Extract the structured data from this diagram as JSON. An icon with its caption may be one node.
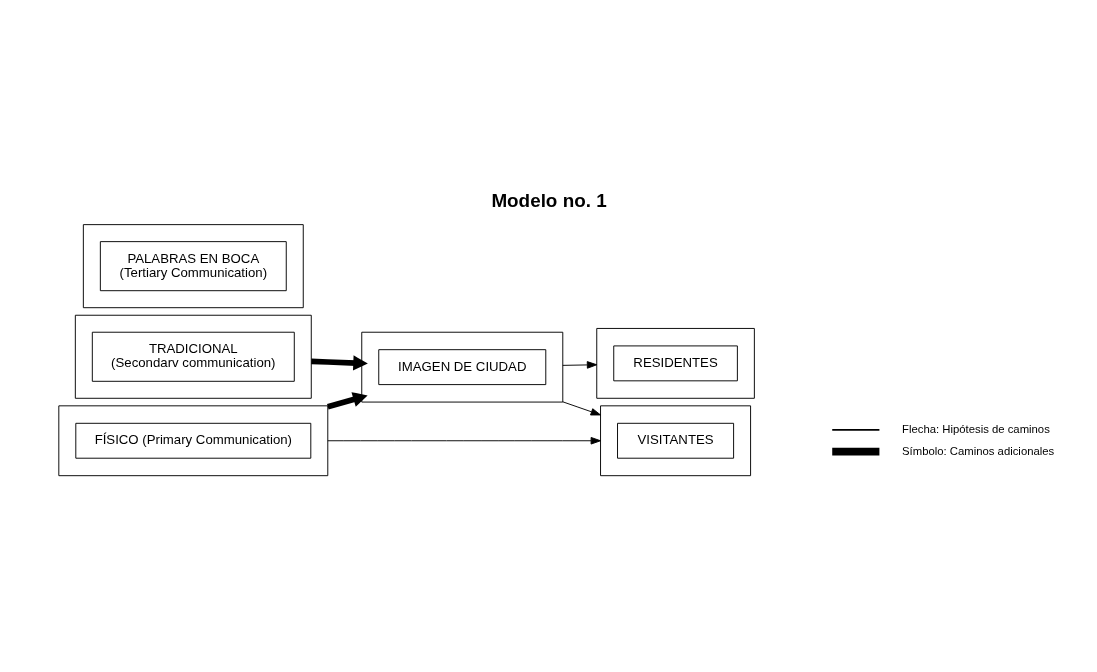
{
  "diagram": {
    "title": "Modelo no. 1",
    "nodes": [
      {
        "text": [],
        "shape": "box"
      },
      {
        "text": [
          "TRADICIONAL",
          "(Secondarv communication)"
        ],
        "in": 0
      },
      {
        "text": [],
        "shape": "box"
      },
      {
        "text": [
          "PALABRAS EN BOCA",
          "(Tertiary Communication)"
        ],
        "in": 2
      },
      {
        "text": [],
        "shape": "box"
      },
      {
        "text": [
          "FÍSICO (Primary Communication)"
        ],
        "in": 4
      },
      {
        "text": [],
        "shape": "box"
      },
      {
        "text": [
          "IMAGEN DE CIUDAD"
        ],
        "in": 6
      },
      {
        "text": [],
        "shape": "box"
      },
      {
        "text": [
          "RESIDENTES"
        ],
        "in": 8
      },
      {
        "text": [],
        "shape": "box"
      },
      {
        "text": [
          "VISITANTES"
        ],
        "in": 10
      }
    ],
    "edges": [
      {
        "from": 0,
        "to": 6,
        "arrow": "to",
        "style": "thick"
      },
      {
        "from": 4,
        "to": 6,
        "arrow": "to",
        "style": "thick"
      },
      {
        "from": 6,
        "to": 8,
        "arrow": "to"
      },
      {
        "from": 6,
        "to": 10,
        "arrow": "to"
      },
      {
        "from": 4,
        "to": 10,
        "arrow": "to"
      }
    ],
    "legend": [
      {
        "text": "Flecha: Hipótesis de caminos"
      },
      {
        "text": "Símbolo: Caminos adicionales"
      }
    ]
  }
}
